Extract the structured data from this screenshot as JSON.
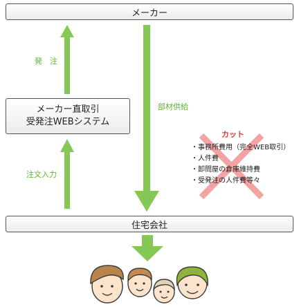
{
  "maker_label": "メーカー",
  "system_label_line1": "メーカー直取引",
  "system_label_line2": "受発注WEBシステム",
  "housing_label": "住宅会社",
  "order_label": "発　注",
  "order_input_label": "注文入力",
  "parts_supply_label": "部材供給",
  "cut": {
    "title": "カット",
    "items": [
      "・事務所費用（完全WEB取引）",
      "・人件費",
      "・卸問屋の倉庫維持費",
      "・受発注の人件費等々"
    ]
  },
  "colors": {
    "arrow_green": "#86c856",
    "label_green": "#5eb530",
    "cross_pink": "#f4a3a3",
    "cut_red": "#e03a2a"
  },
  "illustration": "family-faces-icon"
}
